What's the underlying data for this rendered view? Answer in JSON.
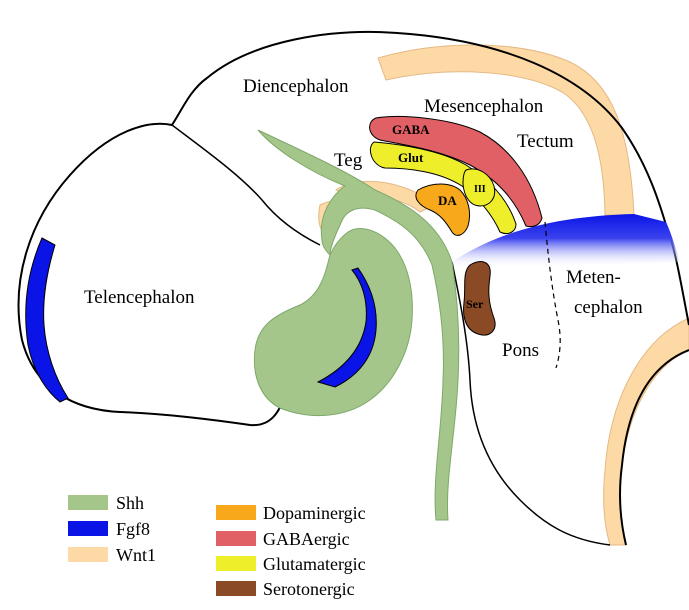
{
  "colors": {
    "shh": "#a4c68b",
    "fgf8": "#0b14e6",
    "wnt1": "#fdd9a5",
    "wnt1_stroke": "#e5b987",
    "dopaminergic": "#f7a81b",
    "gabaergic": "#e06065",
    "glutamatergic": "#eeee2a",
    "serotonergic": "#8a4a25",
    "outline": "#000000"
  },
  "regions": {
    "diencephalon": "Diencephalon",
    "mesencephalon": "Mesencephalon",
    "tectum": "Tectum",
    "teg": "Teg",
    "telencephalon": "Telencephalon",
    "metencephalon_1": "Meten-",
    "metencephalon_2": "cephalon",
    "pons": "Pons"
  },
  "nuclei": {
    "gaba": "GABA",
    "glut": "Glut",
    "da": "DA",
    "iii": "III",
    "ser": "Ser"
  },
  "legend": [
    {
      "label": "Shh",
      "color_key": "shh"
    },
    {
      "label": "Fgf8",
      "color_key": "fgf8"
    },
    {
      "label": "Wnt1",
      "color_key": "wnt1"
    },
    {
      "label": "Dopaminergic",
      "color_key": "dopaminergic"
    },
    {
      "label": "GABAergic",
      "color_key": "gabaergic"
    },
    {
      "label": "Glutamatergic",
      "color_key": "glutamatergic"
    },
    {
      "label": "Serotonergic",
      "color_key": "serotonergic"
    }
  ]
}
